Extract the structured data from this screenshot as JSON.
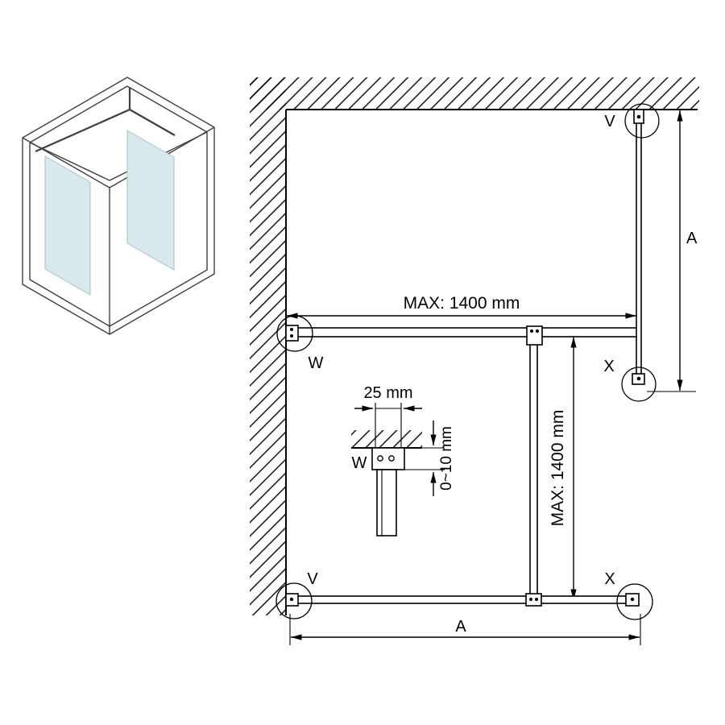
{
  "diagram": {
    "title": "walk-in shower glass panel installation plan",
    "views": [
      "isometric-preview",
      "top-plan-view",
      "wall-profile-detail"
    ]
  },
  "fitting_labels": {
    "v_top": "V",
    "x_top": "X",
    "w_wall": "W",
    "v_bottom": "V",
    "x_bottom": "X",
    "w_detail": "W"
  },
  "dimension_labels": {
    "max_top": "MAX: 1400 mm",
    "max_middle": "MAX: 1400 mm",
    "a_right": "A",
    "a_bottom": "A",
    "detail_width": "25 mm",
    "detail_gap": "0~10 mm"
  },
  "colors": {
    "line": "#000000",
    "iso_line": "#3f3f3f",
    "glass_fill": "#d8e9ee",
    "glass_stroke": "#a9bfc6",
    "background": "#ffffff"
  }
}
